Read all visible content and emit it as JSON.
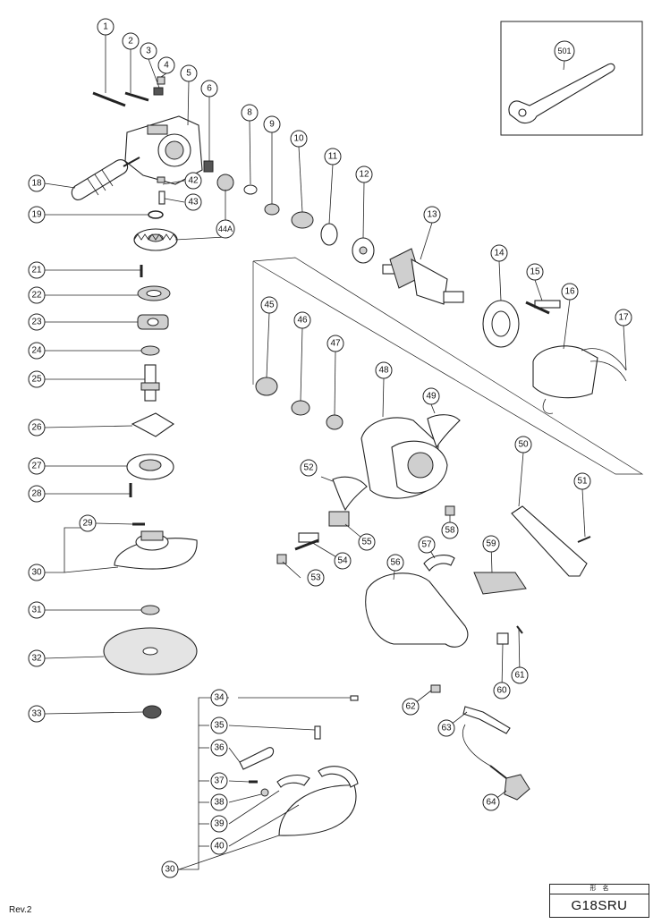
{
  "model": "G18SRU",
  "revision": "Rev.2",
  "title_header": "形　名",
  "parts": [
    "1",
    "2",
    "3",
    "4",
    "5",
    "6",
    "8",
    "9",
    "10",
    "11",
    "12",
    "13",
    "14",
    "15",
    "16",
    "17",
    "18",
    "19",
    "21",
    "22",
    "23",
    "24",
    "25",
    "26",
    "27",
    "28",
    "29",
    "30",
    "31",
    "32",
    "33",
    "34",
    "35",
    "36",
    "37",
    "38",
    "39",
    "40",
    "42",
    "43",
    "44A",
    "45",
    "46",
    "47",
    "48",
    "49",
    "50",
    "51",
    "52",
    "53",
    "54",
    "55",
    "56",
    "57",
    "58",
    "59",
    "60",
    "61",
    "62",
    "63",
    "64",
    "501"
  ]
}
